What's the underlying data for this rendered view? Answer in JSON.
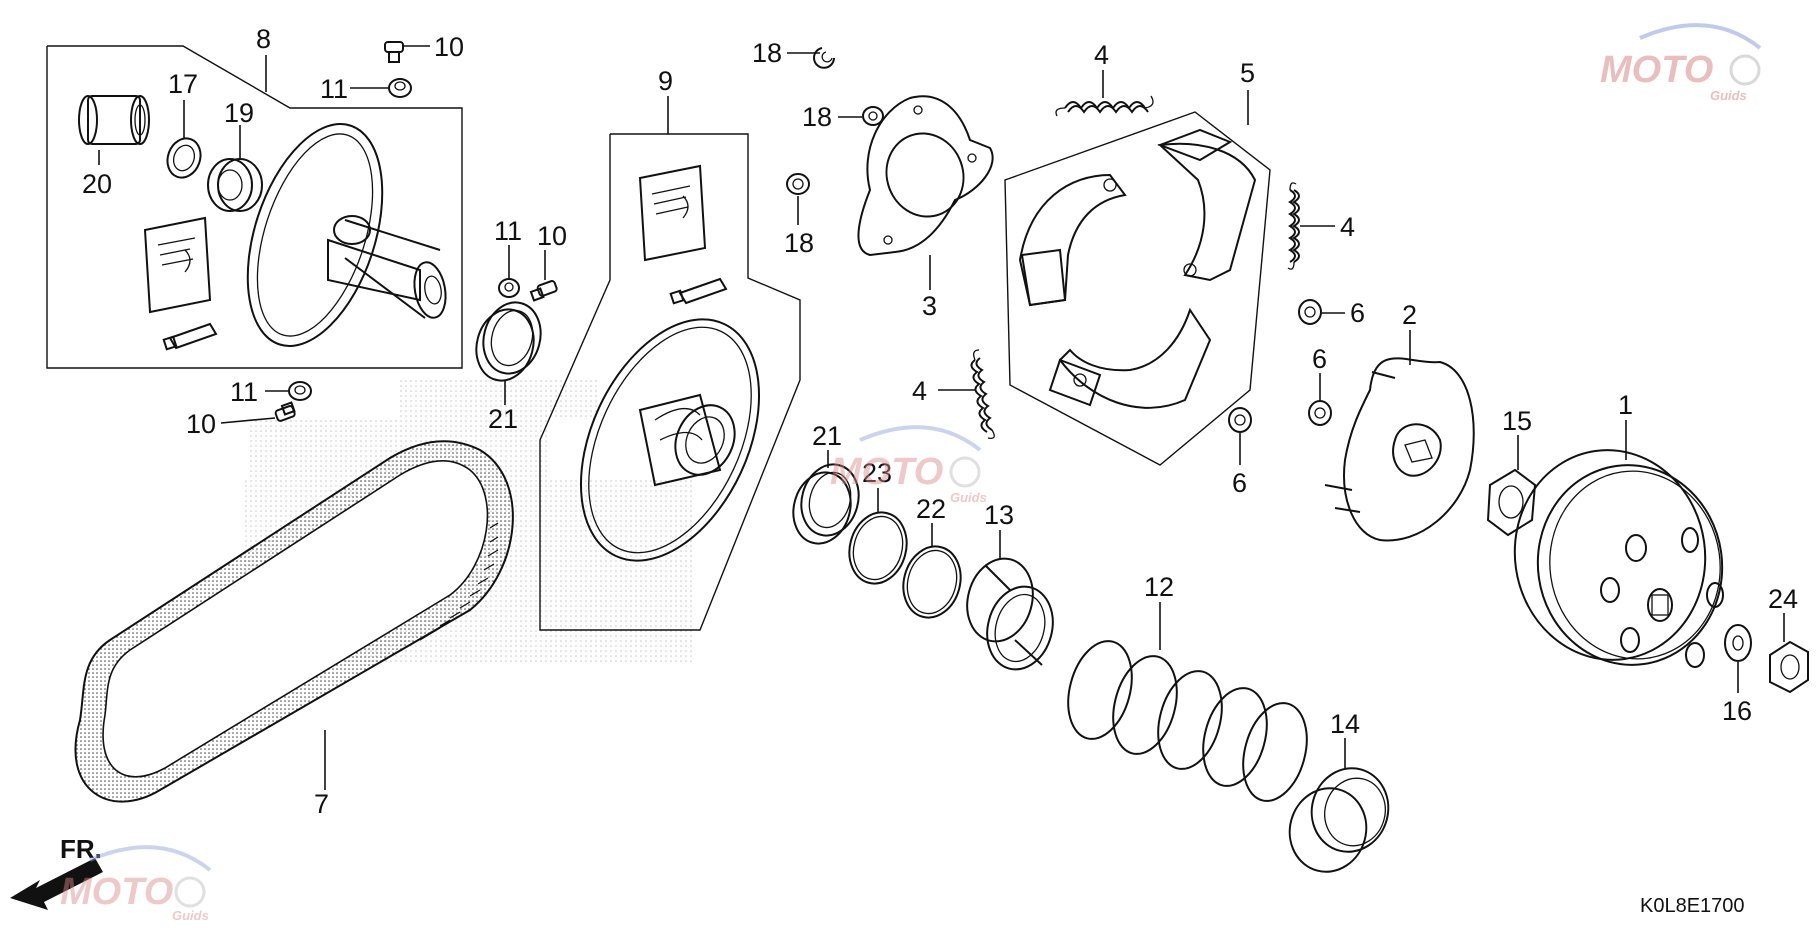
{
  "diagram": {
    "callouts": [
      {
        "id": "c-8",
        "text": "8"
      },
      {
        "id": "c-10a",
        "text": "10"
      },
      {
        "id": "c-11a",
        "text": "11"
      },
      {
        "id": "c-17",
        "text": "17"
      },
      {
        "id": "c-19",
        "text": "19"
      },
      {
        "id": "c-20",
        "text": "20"
      },
      {
        "id": "c-11b",
        "text": "11"
      },
      {
        "id": "c-10b",
        "text": "10"
      },
      {
        "id": "c-11c",
        "text": "11"
      },
      {
        "id": "c-10c",
        "text": "10"
      },
      {
        "id": "c-21a",
        "text": "21"
      },
      {
        "id": "c-9",
        "text": "9"
      },
      {
        "id": "c-7",
        "text": "7"
      },
      {
        "id": "c-18a",
        "text": "18"
      },
      {
        "id": "c-18b",
        "text": "18"
      },
      {
        "id": "c-18c",
        "text": "18"
      },
      {
        "id": "c-3",
        "text": "3"
      },
      {
        "id": "c-4a",
        "text": "4"
      },
      {
        "id": "c-5",
        "text": "5"
      },
      {
        "id": "c-4b",
        "text": "4"
      },
      {
        "id": "c-4c",
        "text": "4"
      },
      {
        "id": "c-6a",
        "text": "6"
      },
      {
        "id": "c-6b",
        "text": "6"
      },
      {
        "id": "c-6c",
        "text": "6"
      },
      {
        "id": "c-2",
        "text": "2"
      },
      {
        "id": "c-15",
        "text": "15"
      },
      {
        "id": "c-1",
        "text": "1"
      },
      {
        "id": "c-21b",
        "text": "21"
      },
      {
        "id": "c-23",
        "text": "23"
      },
      {
        "id": "c-22",
        "text": "22"
      },
      {
        "id": "c-13",
        "text": "13"
      },
      {
        "id": "c-12",
        "text": "12"
      },
      {
        "id": "c-14",
        "text": "14"
      },
      {
        "id": "c-24",
        "text": "24"
      },
      {
        "id": "c-16",
        "text": "16"
      }
    ],
    "code": "K0L8E1700",
    "front_marker": "FR.",
    "watermark": {
      "brand": "MOTO",
      "sub": "Guids"
    }
  }
}
